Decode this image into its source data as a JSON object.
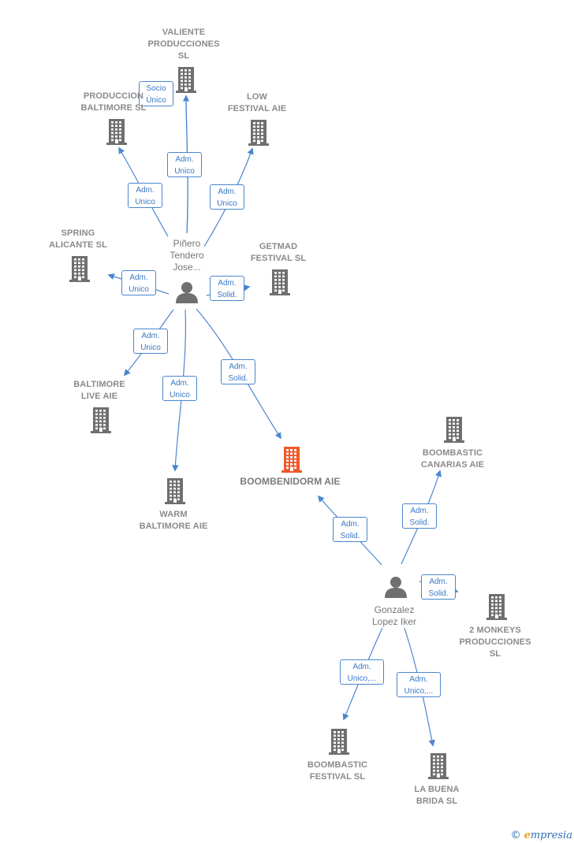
{
  "colors": {
    "edge": "#4a86cf",
    "building": "#6f6f6f",
    "focus_building": "#f05a28",
    "person": "#6f6f6f"
  },
  "companies": [
    {
      "id": "valiente",
      "label": "VALIENTE\nPRODUCCIONES\nSL"
    },
    {
      "id": "produccion_baltimore",
      "label": "PRODUCCION\nBALTIMORE  SL"
    },
    {
      "id": "low_festival",
      "label": "LOW\nFESTIVAL AIE"
    },
    {
      "id": "spring_alicante",
      "label": "SPRING\nALICANTE  SL"
    },
    {
      "id": "getmad",
      "label": "GETMAD\nFESTIVAL  SL"
    },
    {
      "id": "baltimore_live",
      "label": "BALTIMORE\nLIVE AIE"
    },
    {
      "id": "warm_baltimore",
      "label": "WARM\nBALTIMORE AIE"
    },
    {
      "id": "boombenidorm",
      "label": "BOOMBENIDORM AIE"
    },
    {
      "id": "boombastic_canarias",
      "label": "BOOMBASTIC\nCANARIAS AIE"
    },
    {
      "id": "two_monkeys",
      "label": "2 MONKEYS\nPRODUCCIONES\nSL"
    },
    {
      "id": "boombastic_festival",
      "label": "BOOMBASTIC\nFESTIVAL  SL"
    },
    {
      "id": "la_buena_brida",
      "label": "LA BUENA\nBRIDA  SL"
    }
  ],
  "persons": [
    {
      "id": "pinero",
      "label": "Piñero\nTendero\nJose..."
    },
    {
      "id": "gonzalez",
      "label": "Gonzalez\nLopez Iker"
    }
  ],
  "relations": [
    {
      "from": "pinero",
      "to": "valiente",
      "label": "Socio\nÚnico"
    },
    {
      "from": "pinero",
      "to": "valiente",
      "label": "Adm.\nUnico"
    },
    {
      "from": "pinero",
      "to": "produccion_baltimore",
      "label": "Adm.\nUnico"
    },
    {
      "from": "pinero",
      "to": "low_festival",
      "label": "Adm.\nUnico"
    },
    {
      "from": "pinero",
      "to": "spring_alicante",
      "label": "Adm.\nUnico"
    },
    {
      "from": "pinero",
      "to": "getmad",
      "label": "Adm.\nSolid."
    },
    {
      "from": "pinero",
      "to": "baltimore_live",
      "label": "Adm.\nUnico"
    },
    {
      "from": "pinero",
      "to": "warm_baltimore",
      "label": "Adm.\nUnico"
    },
    {
      "from": "pinero",
      "to": "boombenidorm",
      "label": "Adm.\nSolid."
    },
    {
      "from": "gonzalez",
      "to": "boombenidorm",
      "label": "Adm.\nSolid."
    },
    {
      "from": "gonzalez",
      "to": "boombastic_canarias",
      "label": "Adm.\nSolid."
    },
    {
      "from": "gonzalez",
      "to": "two_monkeys",
      "label": "Adm.\nSolid."
    },
    {
      "from": "gonzalez",
      "to": "boombastic_festival",
      "label": "Adm.\nUnico,..."
    },
    {
      "from": "gonzalez",
      "to": "la_buena_brida",
      "label": "Adm.\nUnico,..."
    }
  ],
  "footer": {
    "copyright": "©",
    "brand_first": "e",
    "brand_rest": "mpresia"
  }
}
